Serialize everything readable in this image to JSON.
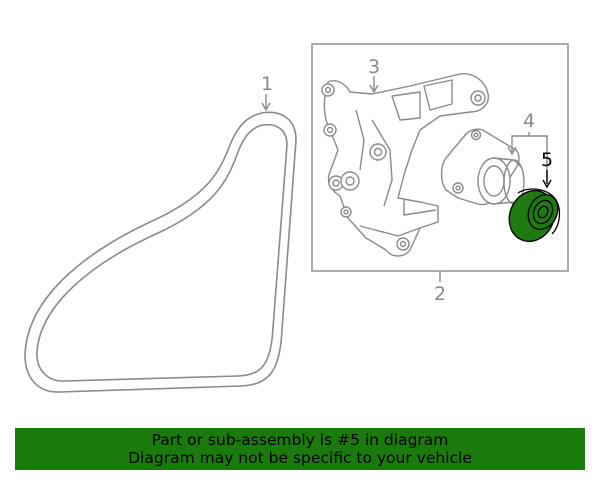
{
  "callouts": {
    "belt": "1",
    "tensioner_assembly": "2",
    "bracket": "3",
    "tensioner": "4",
    "pulley": "5"
  },
  "highlighted_part": "5",
  "colors": {
    "line": "#8a8a8a",
    "highlight": "#1f7a12",
    "banner_bg": "#1b7a0c",
    "banner_text": "#000000"
  },
  "banner": {
    "line1": "Part or sub-assembly is #5 in diagram",
    "line2": "Diagram may not be specific to your vehicle"
  }
}
